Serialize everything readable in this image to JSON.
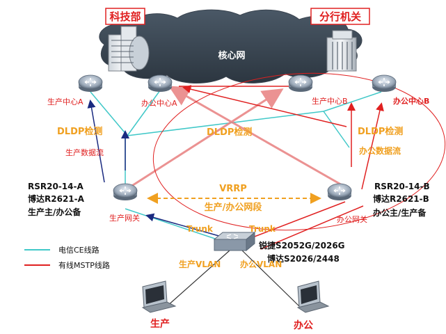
{
  "sites": {
    "tech_dept": "科技部",
    "branch_office": "分行机关",
    "core_network": "核心网"
  },
  "routers": {
    "prod_center_a": "生产中心A",
    "office_center_a": "办公中心A",
    "prod_center_b": "生产中心B",
    "office_center_b": "办公中心B",
    "prod_gateway": "生产网关",
    "office_gateway": "办公网关"
  },
  "annotations": {
    "dldp_left": "DLDP检测",
    "dldp_center": "DLDP检测",
    "dldp_right": "DLDP检测",
    "prod_flow": "生产数据流",
    "office_flow": "办公数据流",
    "vrrp": "VRRP",
    "vrrp_segments": "生产/办公网段",
    "trunk_left": "Trunk",
    "trunk_right": "Trunk",
    "prod_vlan": "生产VLAN",
    "office_vlan": "办公VLAN"
  },
  "device_labels": {
    "left_model": "RSR20-14-A",
    "left_brand": "博达R2621-A",
    "left_role": "生产主/办公备",
    "right_model": "RSR20-14-B",
    "right_brand": "博达R2621-B",
    "right_role": "办公主/生产备",
    "switch_model": "锐捷S2052G/2026G",
    "switch_brand": "博达S2026/2448"
  },
  "terminals": {
    "prod": "生产",
    "office": "办公"
  },
  "legend": [
    {
      "label": "电信CE线路",
      "color": "#40c8c8"
    },
    {
      "label": "有线MSTP线路",
      "color": "#e02020"
    }
  ],
  "colors": {
    "red": "#e02020",
    "cyan": "#40c8c8",
    "navy": "#1a2a80",
    "orange": "#f0a020"
  }
}
